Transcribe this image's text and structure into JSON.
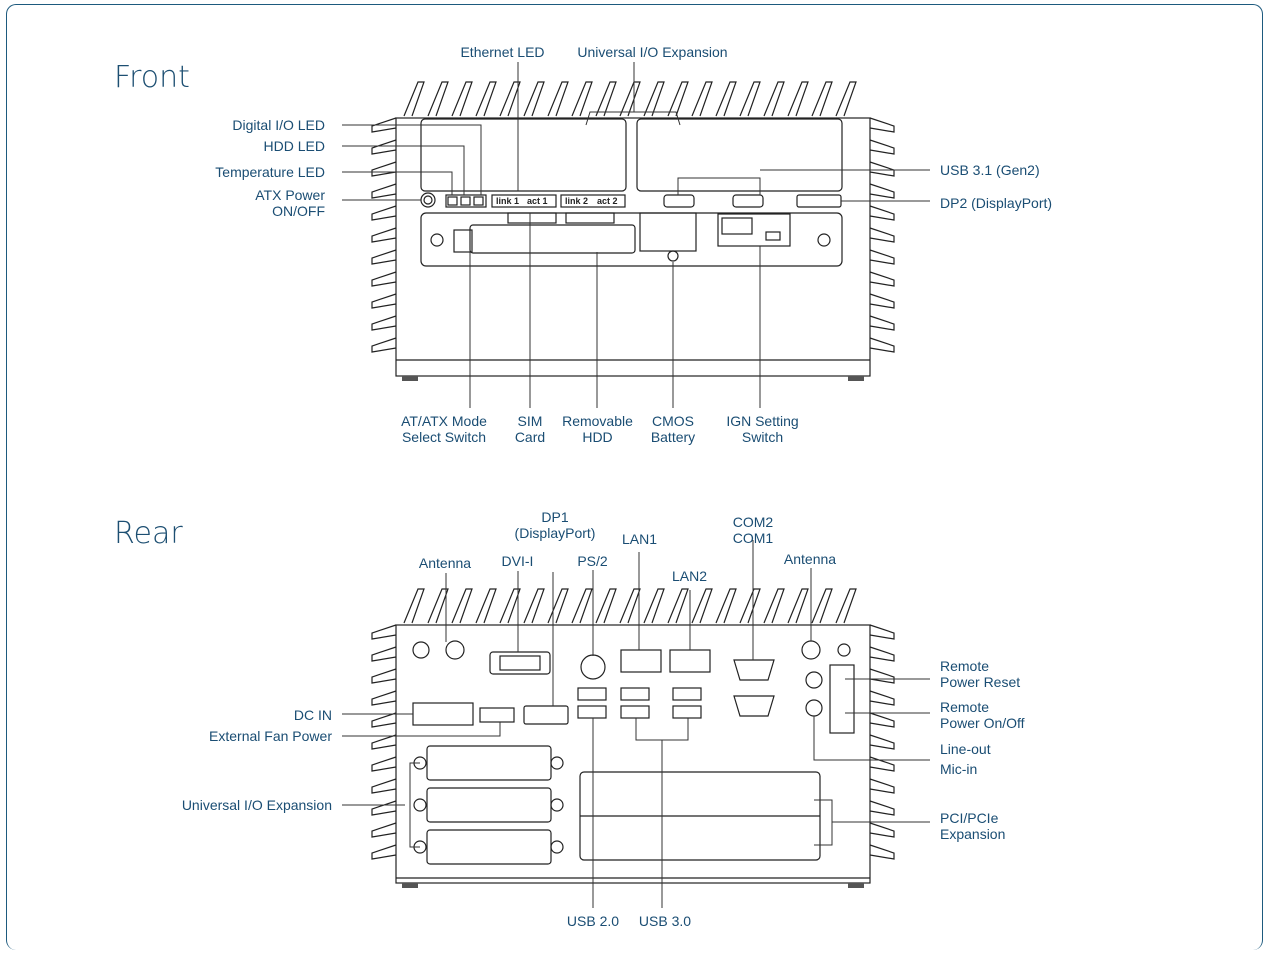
{
  "sections": {
    "front": "Front",
    "rear": "Rear"
  },
  "front": {
    "ethernet_led": "Ethernet LED",
    "universal_io_expansion": "Universal I/O Expansion",
    "digital_io_led": "Digital I/O LED",
    "hdd_led": "HDD LED",
    "temperature_led": "Temperature LED",
    "atx_power": "ATX Power\nON/OFF",
    "usb31": "USB 3.1 (Gen2)",
    "dp2": "DP2 (DisplayPort)",
    "at_atx_mode": "AT/ATX Mode\nSelect Switch",
    "sim_card": "SIM\nCard",
    "removable_hdd": "Removable\nHDD",
    "cmos_battery": "CMOS\nBattery",
    "ign_setting": "IGN Setting\nSwitch",
    "link1": "link 1",
    "act1": "act 1",
    "link2": "link 2",
    "act2": "act 2"
  },
  "rear": {
    "dp1": "DP1\n(DisplayPort)",
    "antenna_left": "Antenna",
    "dvi_i": "DVI-I",
    "ps2": "PS/2",
    "lan1": "LAN1",
    "lan2": "LAN2",
    "com": "COM2\nCOM1",
    "antenna_right": "Antenna",
    "remote_reset": "Remote\nPower Reset",
    "remote_onoff": "Remote\nPower On/Off",
    "dc_in": "DC IN",
    "ext_fan": "External Fan Power",
    "universal_io": "Universal I/O Expansion",
    "line_out": "Line-out",
    "mic_in": "Mic-in",
    "pci": "PCI/PCIe\nExpansion",
    "usb20": "USB 2.0",
    "usb30": "USB 3.0"
  },
  "colors": {
    "frame": "#1d5a7e",
    "label": "#1a4d73",
    "line": "#222222"
  }
}
